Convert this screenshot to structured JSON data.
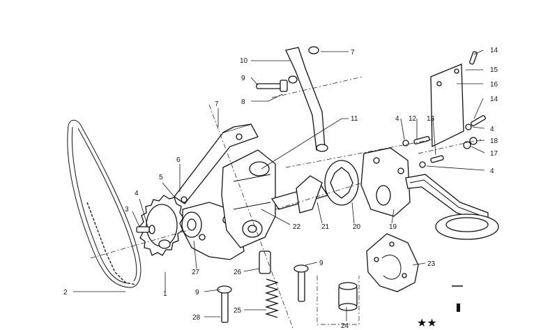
{
  "diagram": {
    "callouts": [
      {
        "id": "c14a",
        "text": "14"
      },
      {
        "id": "c15",
        "text": "15"
      },
      {
        "id": "c16",
        "text": "16"
      },
      {
        "id": "c14b",
        "text": "14"
      },
      {
        "id": "c4a",
        "text": "4"
      },
      {
        "id": "c18",
        "text": "18"
      },
      {
        "id": "c17",
        "text": "17"
      },
      {
        "id": "c4b",
        "text": "4"
      },
      {
        "id": "c12",
        "text": "12"
      },
      {
        "id": "c13",
        "text": "13"
      },
      {
        "id": "c4c",
        "text": "4"
      },
      {
        "id": "c7a",
        "text": "7"
      },
      {
        "id": "c10",
        "text": "10"
      },
      {
        "id": "c9a",
        "text": "9"
      },
      {
        "id": "c8",
        "text": "8"
      },
      {
        "id": "c7b",
        "text": "7"
      },
      {
        "id": "c11",
        "text": "11"
      },
      {
        "id": "c6",
        "text": "6"
      },
      {
        "id": "c5",
        "text": "5"
      },
      {
        "id": "c4d",
        "text": "4"
      },
      {
        "id": "c3",
        "text": "3"
      },
      {
        "id": "c22",
        "text": "22"
      },
      {
        "id": "c21",
        "text": "21"
      },
      {
        "id": "c20",
        "text": "20"
      },
      {
        "id": "c19",
        "text": "19"
      },
      {
        "id": "c27",
        "text": "27"
      },
      {
        "id": "c26",
        "text": "26"
      },
      {
        "id": "c9b",
        "text": "9"
      },
      {
        "id": "c23",
        "text": "23"
      },
      {
        "id": "c2",
        "text": "2"
      },
      {
        "id": "c1",
        "text": "1"
      },
      {
        "id": "c9c",
        "text": "9"
      },
      {
        "id": "c25",
        "text": "25"
      },
      {
        "id": "c28",
        "text": "28"
      },
      {
        "id": "c24",
        "text": "24"
      }
    ],
    "marks": "★★"
  }
}
